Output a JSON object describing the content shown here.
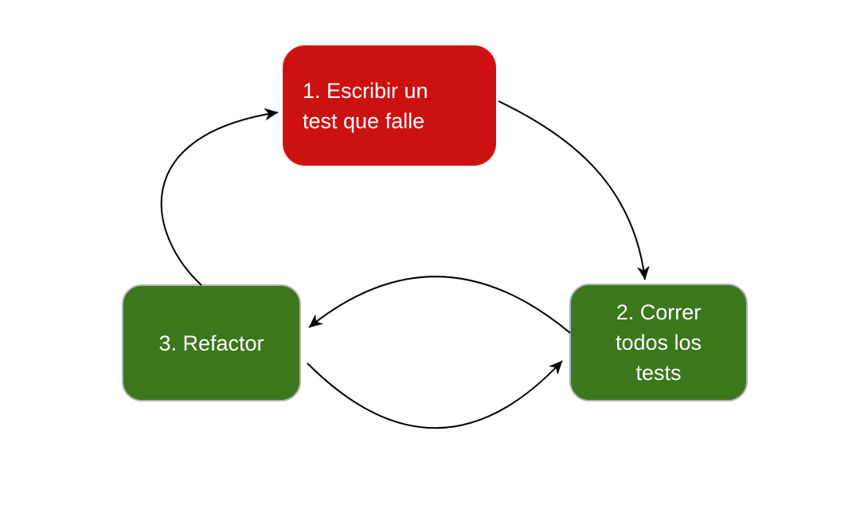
{
  "diagram": {
    "background": "#ffffff",
    "edge_color": "#000000",
    "nodes": [
      {
        "id": "write-failing-test",
        "label": "1. Escribir un test que falle",
        "lines": [
          "1. Escribir un",
          "test que falle"
        ],
        "fill": "#cc1111",
        "stroke": "#d41414",
        "text_color": "#ffffff",
        "text_align": "left"
      },
      {
        "id": "run-all-tests",
        "label": "2. Correr todos los tests",
        "lines": [
          "2. Correr",
          "todos los",
          "tests"
        ],
        "fill": "#3c761d",
        "stroke": "#b3b3b3",
        "text_color": "#ffffff",
        "text_align": "center"
      },
      {
        "id": "refactor",
        "label": "3. Refactor",
        "lines": [
          "3. Refactor"
        ],
        "fill": "#3c761d",
        "stroke": "#b3b3b3",
        "text_color": "#ffffff",
        "text_align": "center"
      }
    ],
    "edges": [
      {
        "from": "refactor",
        "to": "write-failing-test"
      },
      {
        "from": "write-failing-test",
        "to": "run-all-tests"
      },
      {
        "from": "run-all-tests",
        "to": "refactor"
      },
      {
        "from": "refactor",
        "to": "run-all-tests"
      }
    ]
  }
}
